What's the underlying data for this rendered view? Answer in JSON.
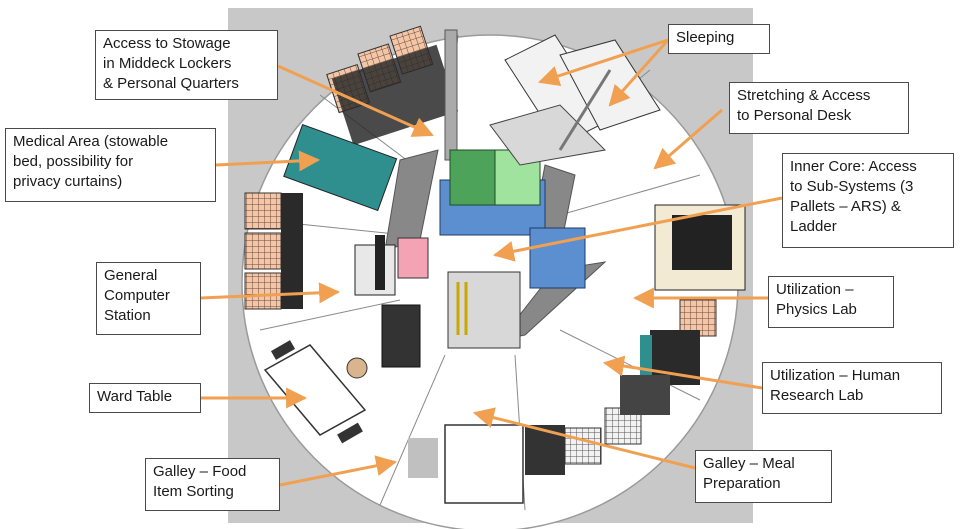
{
  "colors": {
    "background_panel": "#c8c8c8",
    "floor": "#ffffff",
    "arrow": "#f0a050",
    "locker": "#f4c6a8",
    "core_blue": "#5b8fd0",
    "green_dark": "#4ea35a",
    "green_light": "#9fe39f",
    "medical_bed": "#2f8f8f",
    "pink": "#f4a3b5"
  },
  "callouts": [
    {
      "id": "stowage",
      "text": "Access to Stowage\nin Middeck Lockers\n& Personal Quarters"
    },
    {
      "id": "sleeping",
      "text": "Sleeping"
    },
    {
      "id": "stretching",
      "text": "Stretching & Access\nto Personal Desk"
    },
    {
      "id": "medical",
      "text": "Medical Area (stowable\nbed, possibility for\nprivacy curtains)"
    },
    {
      "id": "inner-core",
      "text": "Inner Core: Access\nto Sub-Systems (3\nPallets – ARS) &\nLadder"
    },
    {
      "id": "computer",
      "text": "General\nComputer\nStation"
    },
    {
      "id": "physics",
      "text": "Utilization –\nPhysics Lab"
    },
    {
      "id": "ward-table",
      "text": "Ward Table"
    },
    {
      "id": "human-research",
      "text": "Utilization – Human\nResearch Lab"
    },
    {
      "id": "galley-sorting",
      "text": "Galley – Food\nItem Sorting"
    },
    {
      "id": "galley-meal",
      "text": "Galley – Meal\nPreparation"
    }
  ]
}
